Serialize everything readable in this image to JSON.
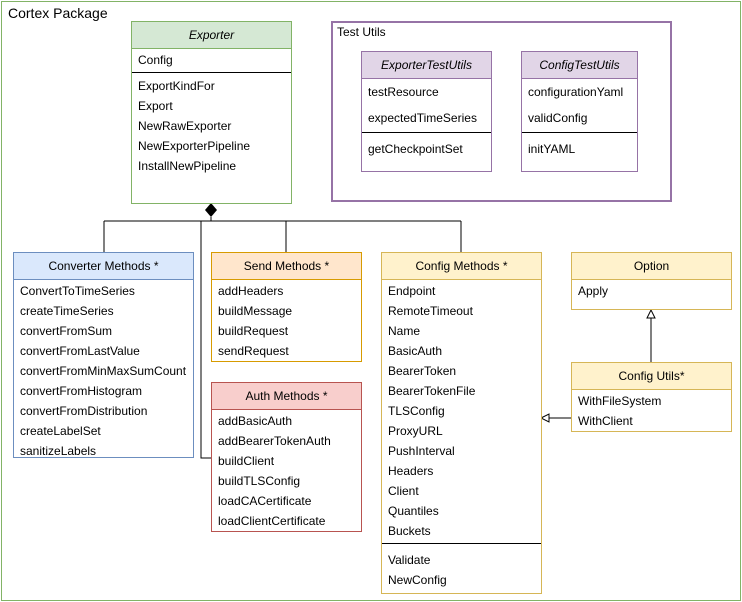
{
  "package": {
    "title": "Cortex Package"
  },
  "test_utils": {
    "title": "Test Utils"
  },
  "exporter": {
    "title": "Exporter",
    "fields": [
      "Config"
    ],
    "methods": [
      "ExportKindFor",
      "Export",
      "NewRawExporter",
      "NewExporterPipeline",
      "InstallNewPipeline"
    ]
  },
  "exporter_test_utils": {
    "title": "ExporterTestUtils",
    "fields": [
      "testResource",
      "expectedTimeSeries"
    ],
    "methods": [
      "getCheckpointSet"
    ]
  },
  "config_test_utils": {
    "title": "ConfigTestUtils",
    "fields": [
      "configurationYaml",
      "validConfig"
    ],
    "methods": [
      "initYAML"
    ]
  },
  "converter_methods": {
    "title": "Converter Methods *",
    "items": [
      "ConvertToTimeSeries",
      "createTimeSeries",
      "convertFromSum",
      "convertFromLastValue",
      "convertFromMinMaxSumCount",
      "convertFromHistogram",
      "convertFromDistribution",
      "createLabelSet",
      "sanitizeLabels"
    ]
  },
  "send_methods": {
    "title": "Send Methods *",
    "items": [
      "addHeaders",
      "buildMessage",
      "buildRequest",
      "sendRequest"
    ]
  },
  "auth_methods": {
    "title": "Auth Methods *",
    "items": [
      "addBasicAuth",
      "addBearerTokenAuth",
      "buildClient",
      "buildTLSConfig",
      "loadCACertificate",
      "loadClientCertificate"
    ]
  },
  "config_methods": {
    "title": "Config Methods *",
    "fields": [
      "Endpoint",
      "RemoteTimeout",
      "Name",
      "BasicAuth",
      "BearerToken",
      "BearerTokenFile",
      "TLSConfig",
      "ProxyURL",
      "PushInterval",
      "Headers",
      "Client",
      "Quantiles",
      "Buckets"
    ],
    "methods": [
      "Validate",
      "NewConfig"
    ]
  },
  "option": {
    "title": "Option",
    "items": [
      "Apply"
    ]
  },
  "config_utils": {
    "title": "Config Utils*",
    "items": [
      "WithFileSystem",
      "WithClient"
    ]
  }
}
